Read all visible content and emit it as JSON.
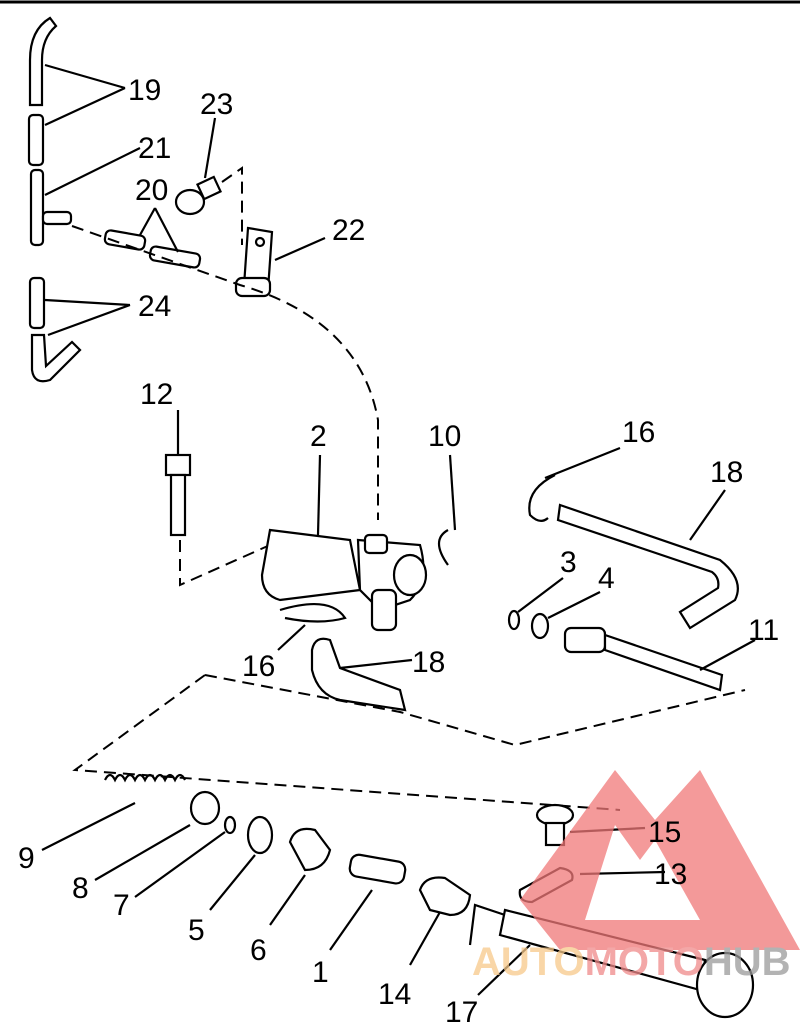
{
  "diagram": {
    "labels": {
      "p19": "19",
      "p23": "23",
      "p21": "21",
      "p20": "20",
      "p22": "22",
      "p24": "24",
      "p12": "12",
      "p2": "2",
      "p10": "10",
      "p16a": "16",
      "p18a": "18",
      "p3": "3",
      "p4": "4",
      "p11": "11",
      "p16b": "16",
      "p18b": "18",
      "p9": "9",
      "p8": "8",
      "p7": "7",
      "p5": "5",
      "p6": "6",
      "p1": "1",
      "p14": "14",
      "p15": "15",
      "p13": "13",
      "p17": "17"
    }
  },
  "watermark": {
    "part1": "AUTO",
    "part2": "MOTO",
    "part3": "HUB",
    "colors": {
      "auto": "#f7c98a",
      "moto": "#f08a8a",
      "hub": "#9a9a9a",
      "triangle": "#f07878"
    }
  }
}
